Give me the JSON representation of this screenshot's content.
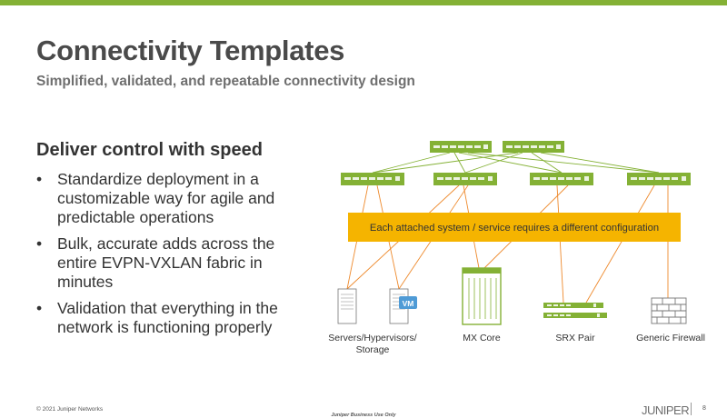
{
  "slide": {
    "title": "Connectivity Templates",
    "subtitle": "Simplified, validated, and repeatable connectivity design",
    "section_heading": "Deliver control with speed",
    "bullets": [
      "Standardize deployment in a customizable way for agile and predictable operations",
      "Bulk, accurate adds across the entire EVPN-VXLAN fabric in minutes",
      "Validation that everything in the network is functioning properly"
    ],
    "bullet_glyph": "•"
  },
  "diagram": {
    "banner_text": "Each attached system / service requires a different configuration",
    "vm_badge": "VM",
    "labels": {
      "servers_line1": "Servers/Hypervisors/",
      "servers_line2": "Storage",
      "mx_core": "MX Core",
      "srx_pair": "SRX Pair",
      "firewall": "Generic Firewall"
    },
    "colors": {
      "accent_green": "#84b135",
      "banner_yellow": "#f5b400",
      "link_orange": "#ee8a2d",
      "vm_blue": "#4f9bd6"
    }
  },
  "footer": {
    "copyright": "© 2021 Juniper Networks",
    "classification": "Juniper Business Use Only",
    "brand": "JUNIPER",
    "page_number": "8"
  }
}
